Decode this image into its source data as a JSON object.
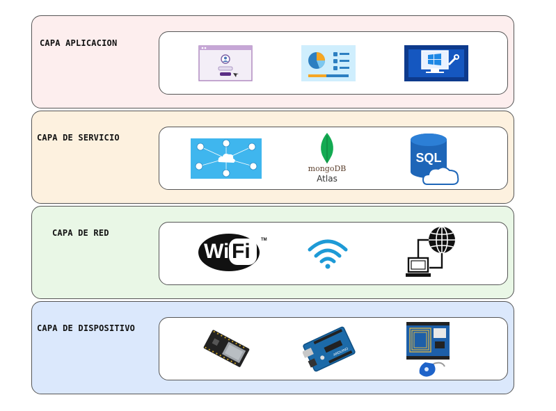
{
  "layers": [
    {
      "title": "CAPA APLICACION",
      "color": "#fdeeee",
      "icons": [
        "web-login-icon",
        "dashboard-icon",
        "windows-desktop-icon"
      ]
    },
    {
      "title": "CAPA DE SERVICIO",
      "color": "#fdf1df",
      "icons": [
        "cloud-network-icon",
        "mongodb-atlas-icon",
        "sql-cloud-icon"
      ]
    },
    {
      "title": "CAPA DE RED",
      "color": "#e9f7e6",
      "icons": [
        "wifi-logo-icon",
        "wifi-signal-icon",
        "network-globe-icon"
      ]
    },
    {
      "title": "CAPA DE DISPOSITIVO",
      "color": "#dbe8fc",
      "icons": [
        "esp32-board-icon",
        "arduino-board-icon",
        "rfid-module-icon"
      ]
    }
  ],
  "labels": {
    "mongo_text": "mongoDB",
    "atlas_text": "Atlas",
    "sql_text": "SQL",
    "wifi_wi": "Wi",
    "wifi_fi": "Fi",
    "tm": "TM"
  }
}
